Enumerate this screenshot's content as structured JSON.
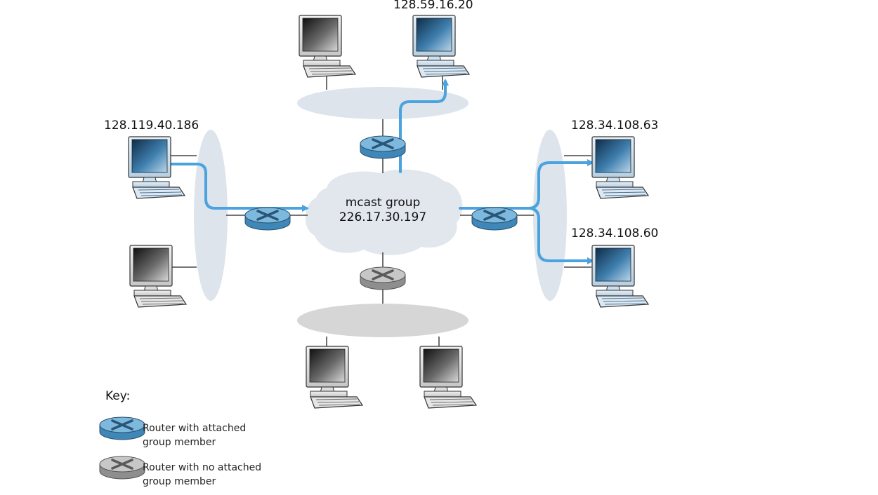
{
  "hosts": {
    "top_right": "128.59.16.20",
    "left_top": "128.119.40.186",
    "right_top": "128.34.108.63",
    "right_bottom": "128.34.108.60"
  },
  "cloud": {
    "line1": "mcast group",
    "line2": "226.17.30.197"
  },
  "key": {
    "title": "Key:",
    "member_line1": "Router with attached",
    "member_line2": "group member",
    "nonmember_line1": "Router with no attached",
    "nonmember_line2": "group member"
  },
  "colors": {
    "arrow": "#4aa3df",
    "router_member": "#5aa0cc",
    "router_nonmember": "#a8a8a8",
    "lan_blue": "#dde4ec",
    "lan_gray": "#d6d6d6"
  }
}
